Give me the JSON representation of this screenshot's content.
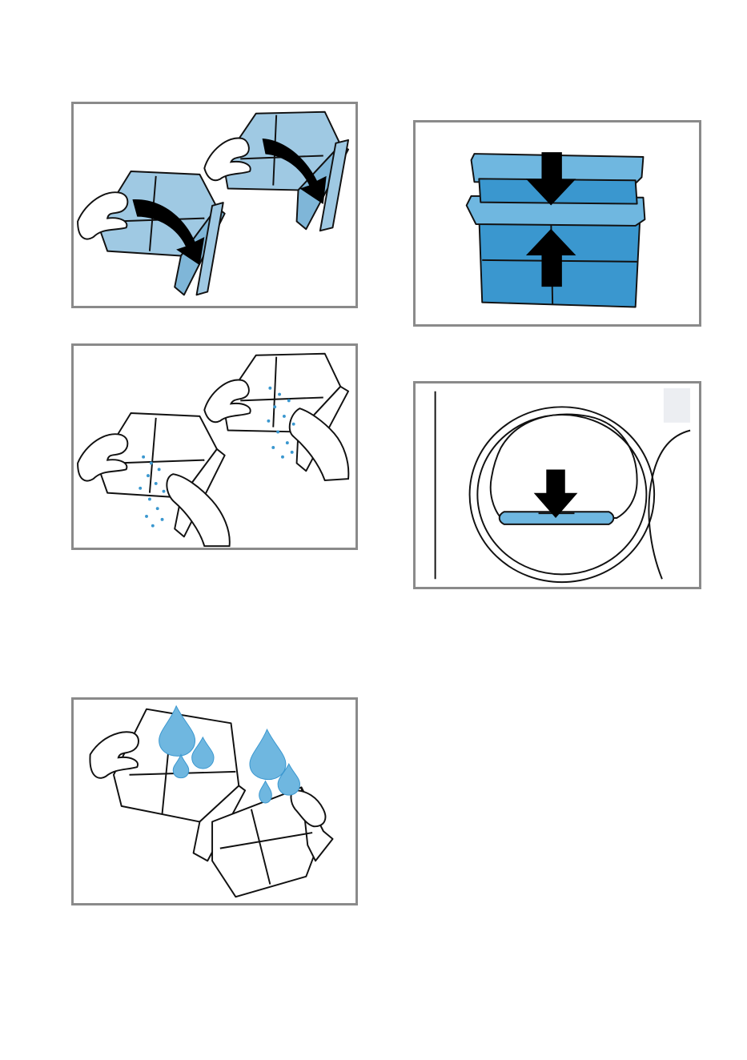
{
  "colors": {
    "frame": "#8a8a8a",
    "filter_light": "#9fc9e3",
    "filter_dark": "#3a97cf",
    "water": "#6fb7e0",
    "ink": "#111111",
    "arrow": "#000000"
  },
  "panels": [
    {
      "id": "open-filter",
      "icons": [
        "hand-icon",
        "filter-icon",
        "curved-arrow-icon"
      ]
    },
    {
      "id": "rinse-filter",
      "icons": [
        "hand-icon",
        "filter-icon",
        "water-spray-icon"
      ]
    },
    {
      "id": "shake-filter",
      "icons": [
        "hand-icon",
        "filter-icon",
        "water-drop-icon"
      ]
    },
    {
      "id": "close-filter",
      "icons": [
        "filter-icon",
        "arrow-down-icon",
        "arrow-up-icon"
      ]
    },
    {
      "id": "insert-filter",
      "icons": [
        "door-seal-icon",
        "filter-slot-icon",
        "arrow-down-icon"
      ]
    }
  ]
}
